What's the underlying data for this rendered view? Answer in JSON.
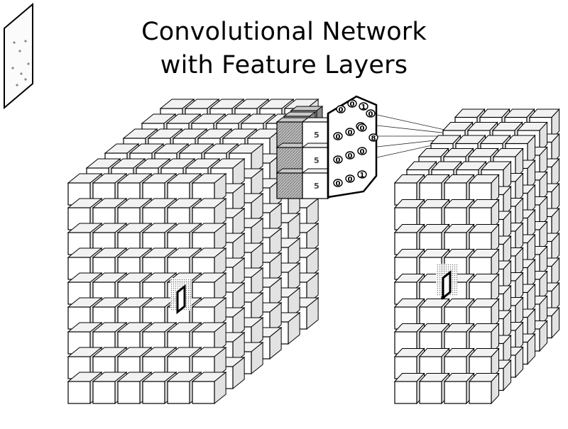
{
  "title": {
    "line1": "Convolutional Network",
    "line2": "with Feature Layers"
  },
  "input_image": {
    "icon": "input-image-icon"
  },
  "input_volume": {
    "cols": 6,
    "rows": 9,
    "depth": 6,
    "receptive_field_marker": true
  },
  "kernel": {
    "depth_slices": 3,
    "left_face_values": [
      "5",
      "5",
      "5"
    ],
    "right_face_values": [
      [
        "0",
        "0",
        "0"
      ],
      [
        "0",
        "0",
        "0"
      ],
      [
        "0",
        "0",
        "1"
      ]
    ],
    "top_face_values": [
      "0",
      "0",
      "1",
      "0",
      "0",
      "8"
    ]
  },
  "output_volume": {
    "cols": 4,
    "rows": 9,
    "depth": 6,
    "receptive_field_marker": true
  },
  "colors": {
    "stroke": "#000000",
    "kernel_dark": "#8a8a8a",
    "kernel_mid": "#c8c8c8",
    "face_light": "#f2f2f2"
  }
}
